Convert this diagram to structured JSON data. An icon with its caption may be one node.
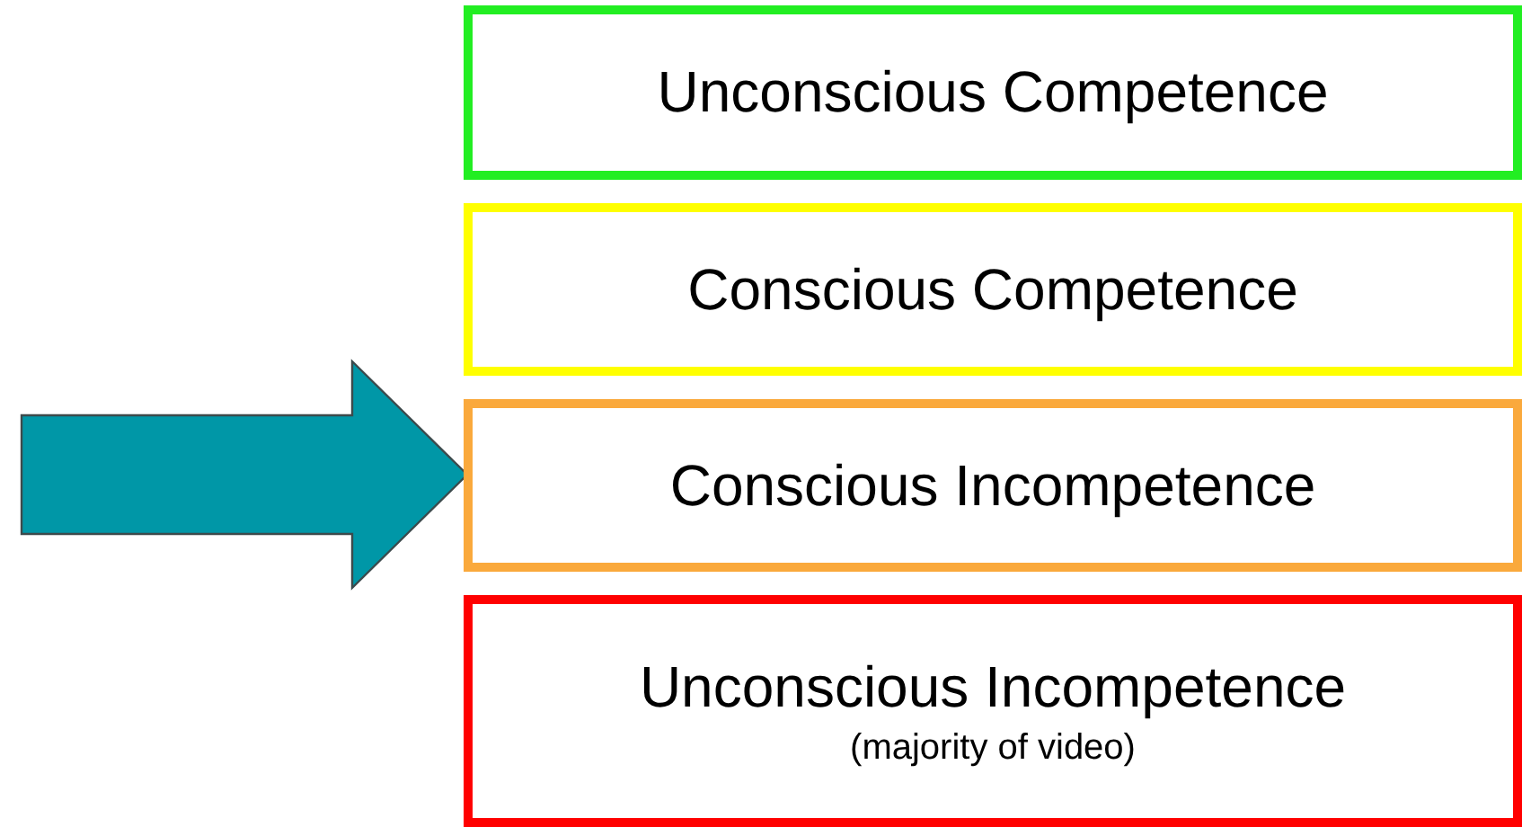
{
  "diagram": {
    "nodes": [
      {
        "text": [
          "Unconscious Competence"
        ]
      },
      {
        "text": [
          "Conscious Competence"
        ]
      },
      {
        "text": [
          "Conscious Incompetence"
        ]
      },
      {
        "text": [
          "Unconscious Incompetence",
          "(majority of video)"
        ]
      }
    ],
    "edges": [
      {
        "from": null,
        "to": 2,
        "arrow": "to",
        "style": "thick",
        "color": "#0097a7"
      }
    ]
  }
}
